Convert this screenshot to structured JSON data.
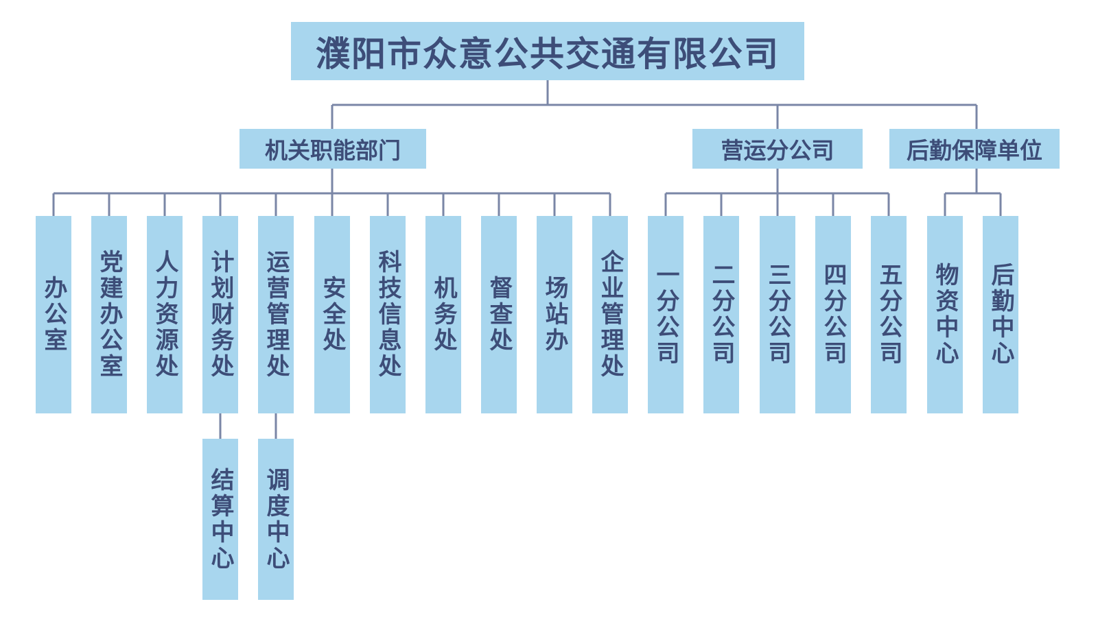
{
  "org_chart": {
    "root": {
      "label": "濮阳市众意公共交通有限公司"
    },
    "groups": [
      {
        "label": "机关职能部门",
        "children": [
          {
            "label": "办公室"
          },
          {
            "label": "党建办公室"
          },
          {
            "label": "人力资源处"
          },
          {
            "label": "计划财务处",
            "children": [
              {
                "label": "结算中心"
              }
            ]
          },
          {
            "label": "运营管理处",
            "children": [
              {
                "label": "调度中心"
              }
            ]
          },
          {
            "label": "安全处"
          },
          {
            "label": "科技信息处"
          },
          {
            "label": "机务处"
          },
          {
            "label": "督查处"
          },
          {
            "label": "场站办"
          },
          {
            "label": "企业管理处"
          }
        ]
      },
      {
        "label": "营运分公司",
        "children": [
          {
            "label": "一分公司"
          },
          {
            "label": "二分公司"
          },
          {
            "label": "三分公司"
          },
          {
            "label": "四分公司"
          },
          {
            "label": "五分公司"
          }
        ]
      },
      {
        "label": "后勤保障单位",
        "children": [
          {
            "label": "物资中心"
          },
          {
            "label": "后勤中心"
          }
        ]
      }
    ]
  },
  "colors": {
    "box_fill": "#a8d6ee",
    "text": "#3d4d78",
    "connector": "#7a86a6",
    "background": "#ffffff"
  }
}
